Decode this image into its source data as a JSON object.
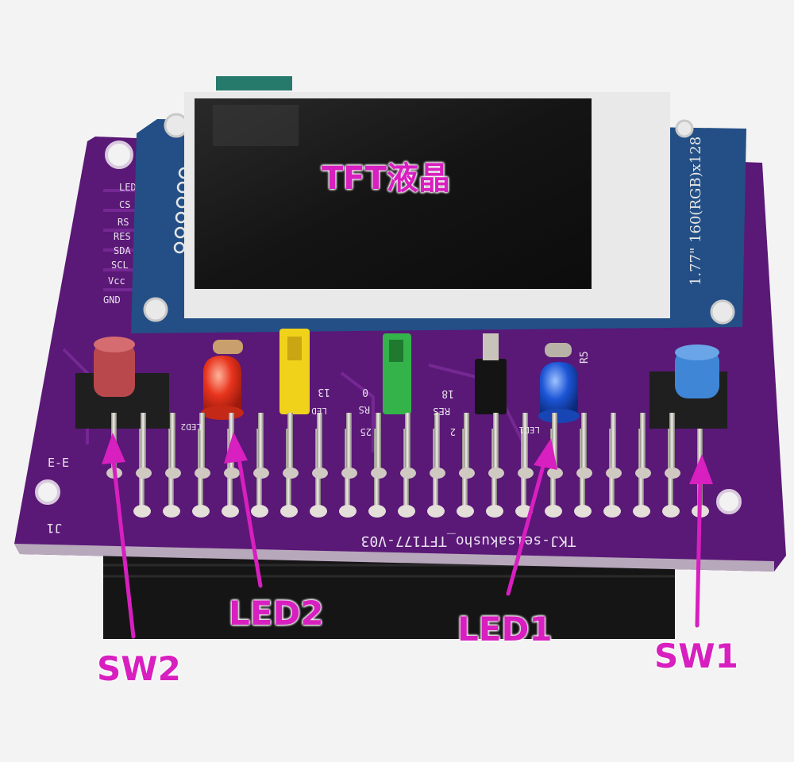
{
  "callouts": {
    "tft": "TFT液晶",
    "sw2": "SW2",
    "led2": "LED2",
    "led1": "LED1",
    "sw1": "SW1"
  },
  "pcb_silkscreen": {
    "board_name": "TKJ-seisakusho_TFT177-V03",
    "connector": "J1",
    "pin_labels": [
      "LED",
      "CS",
      "RS",
      "RES",
      "SDA",
      "SCL",
      "Vcc",
      "GND"
    ],
    "module_label": "1.77\" 160(RGB)x128",
    "misc": [
      "E-E",
      "R5",
      "LED2",
      "LED1",
      "13",
      "0",
      "18",
      "RS",
      "RES",
      "25",
      "2",
      "LED"
    ]
  },
  "colors": {
    "pcb": "#5a1877",
    "callout": "#d81fbf",
    "module_pcb": "#234f86",
    "led_red": "#e8341d",
    "led_blue": "#1c55d6",
    "jumper_yellow": "#f1d21b",
    "jumper_green": "#33b34a",
    "button_red": "#b8484c",
    "button_blue": "#3f86d6"
  }
}
